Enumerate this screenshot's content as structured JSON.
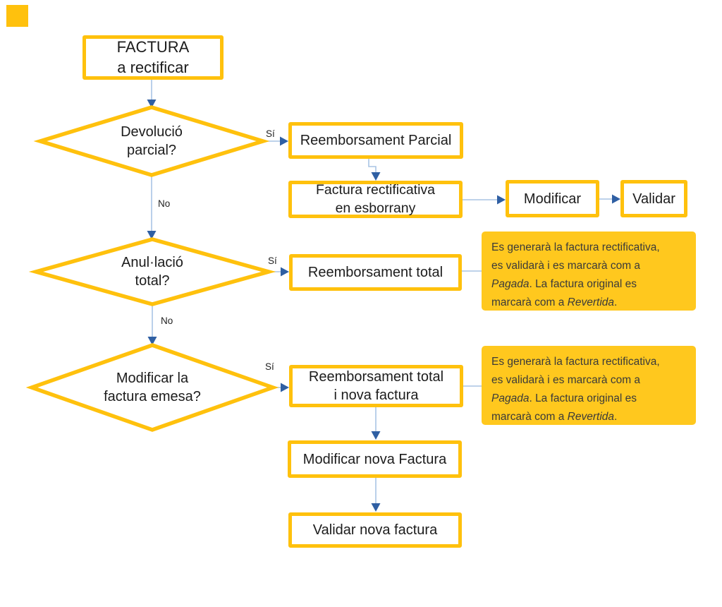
{
  "diagram": {
    "nodes": {
      "start": "FACTURA\na rectificar",
      "decision_devolucio": "Devolució\nparcial?",
      "decision_anullacio": "Anul·lació\ntotal?",
      "decision_modificar": "Modificar la\nfactura emesa?",
      "reemborsament_parcial": "Reemborsament Parcial",
      "factura_rectificativa_esborrany": "Factura rectificativa\nen esborrany",
      "modificar": "Modificar",
      "validar": "Validar",
      "reemborsament_total": "Reemborsament total",
      "reemborsament_total_i_nova": "Reemborsament total\ni nova factura",
      "modificar_nova_factura": "Modificar nova  Factura",
      "validar_nova_factura": "Validar nova factura"
    },
    "edge_labels": {
      "si1": "Sí",
      "no1": "No",
      "si2": "Sí",
      "no2": "No",
      "si3": "Sí"
    },
    "notes": {
      "note1": [
        {
          "text": "Es generarà la factura rectificativa,"
        },
        {
          "br": true
        },
        {
          "text": "es validarà i es marcarà com a"
        },
        {
          "br": true
        },
        {
          "text": "Pagada",
          "italic": true
        },
        {
          "text": ". La factura original es"
        },
        {
          "br": true
        },
        {
          "text": "marcarà com a "
        },
        {
          "text": "Revertida",
          "italic": true
        },
        {
          "text": "."
        }
      ],
      "note2": [
        {
          "text": "Es generarà la factura rectificativa,"
        },
        {
          "br": true
        },
        {
          "text": "es validarà i es marcarà com a"
        },
        {
          "br": true
        },
        {
          "text": "Pagada",
          "italic": true
        },
        {
          "text": ". La factura original es"
        },
        {
          "br": true
        },
        {
          "text": "marcarà com a "
        },
        {
          "text": "Revertida",
          "italic": true
        },
        {
          "text": "."
        }
      ]
    },
    "colors": {
      "shape_border": "#FFC10D",
      "note_fill": "#FFC81E",
      "connector_line": "#A9C4E4",
      "arrowhead": "#2F5FA3"
    }
  }
}
